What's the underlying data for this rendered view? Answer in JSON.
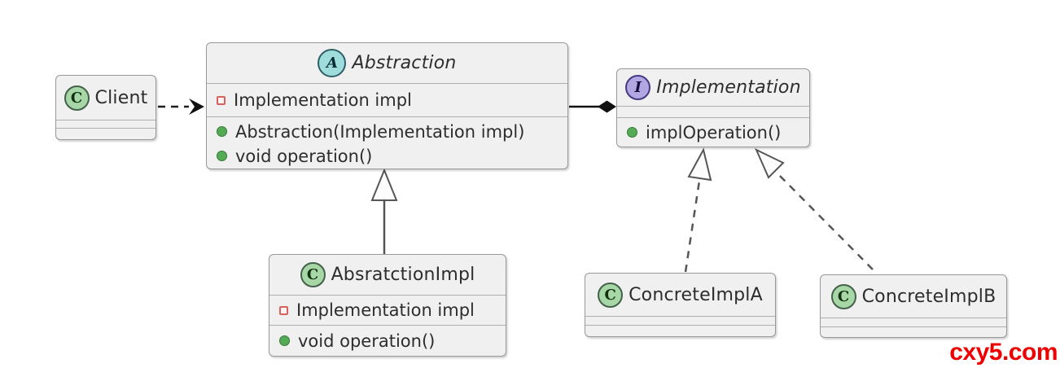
{
  "diagram": {
    "type": "uml-class-diagram",
    "pattern": "Bridge",
    "classes": {
      "client": {
        "badge": "C",
        "kind": "class",
        "name": "Client",
        "fields": [],
        "methods": []
      },
      "abstraction": {
        "badge": "A",
        "kind": "abstract-class",
        "name": "Abstraction",
        "field_1": "Implementation impl",
        "method_1": "Abstraction(Implementation impl)",
        "method_2": "void operation()"
      },
      "implementation": {
        "badge": "I",
        "kind": "interface",
        "name": "Implementation",
        "method_1": "implOperation()"
      },
      "abstraction_impl": {
        "badge": "C",
        "kind": "class",
        "name": "AbsratctionImpl",
        "field_1": "Implementation impl",
        "method_1": "void operation()"
      },
      "concrete_impl_a": {
        "badge": "C",
        "kind": "class",
        "name": "ConcreteImplA",
        "fields": [],
        "methods": []
      },
      "concrete_impl_b": {
        "badge": "C",
        "kind": "class",
        "name": "ConcreteImplB",
        "fields": [],
        "methods": []
      }
    },
    "relationships": [
      {
        "from": "Client",
        "to": "Abstraction",
        "type": "dependency",
        "style": "dashed-open-arrow"
      },
      {
        "from": "Abstraction",
        "to": "Implementation",
        "type": "composition",
        "style": "solid-filled-diamond"
      },
      {
        "from": "AbsratctionImpl",
        "to": "Abstraction",
        "type": "extension",
        "style": "solid-hollow-triangle"
      },
      {
        "from": "ConcreteImplA",
        "to": "Implementation",
        "type": "realization",
        "style": "dashed-hollow-triangle"
      },
      {
        "from": "ConcreteImplB",
        "to": "Implementation",
        "type": "realization",
        "style": "dashed-hollow-triangle"
      }
    ],
    "colors": {
      "box_fill": "#f0f0f0",
      "box_border": "#989898",
      "class_badge_green": "#a7d7a7",
      "abstract_badge_cyan": "#9fdcdc",
      "interface_badge_purple": "#b2a7e2",
      "field_icon_red": "#d9605c",
      "method_icon_green": "#55ab55",
      "connector_dark": "#1a1a1a",
      "connector_gray": "#555555",
      "watermark_red": "#ee0000"
    },
    "watermark": {
      "text": "cxy5.com"
    }
  }
}
